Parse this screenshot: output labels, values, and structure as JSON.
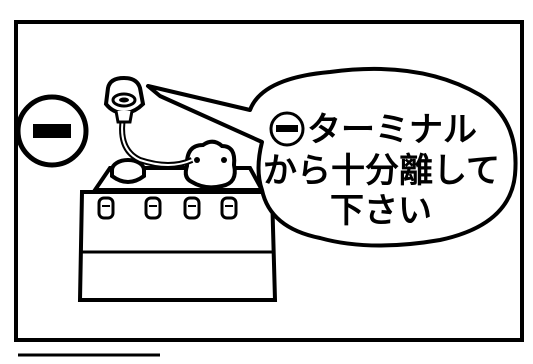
{
  "minus_symbol": "−",
  "callout": {
    "line1": "ターミナル",
    "line2": "から十分離して",
    "line3": "下さい"
  },
  "icons": [
    "minus-circle-icon",
    "battery-icon",
    "terminal-clamp-icon"
  ],
  "colors": {
    "ink": "#000000",
    "paper": "#ffffff"
  }
}
